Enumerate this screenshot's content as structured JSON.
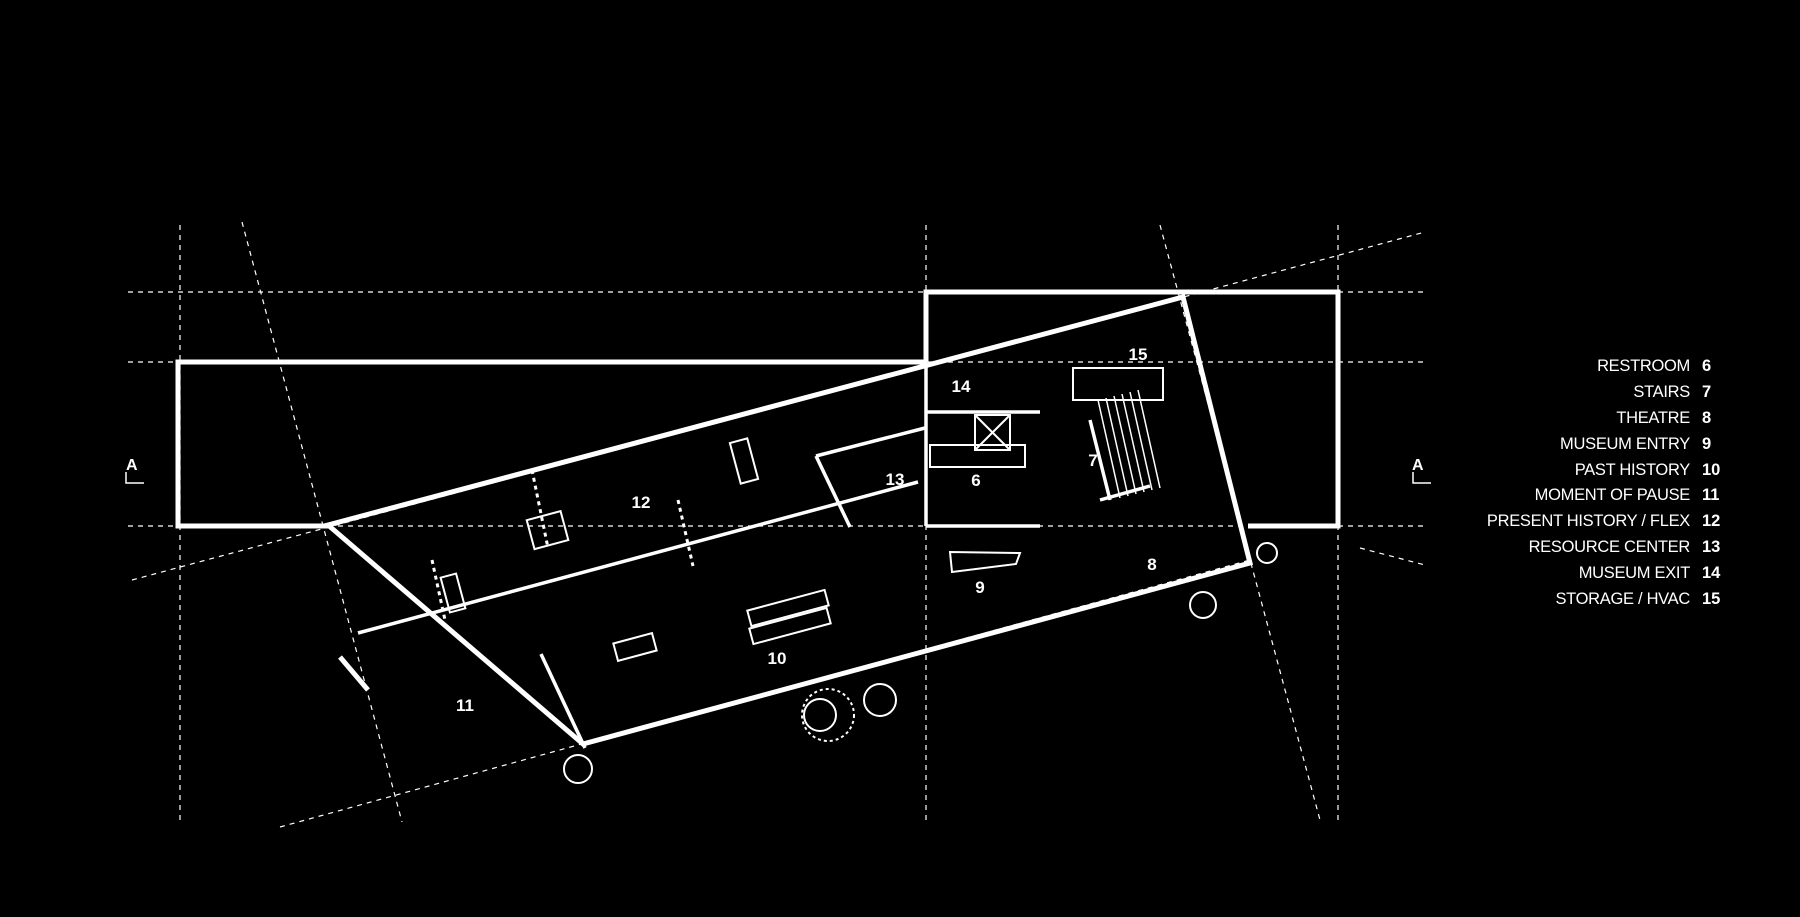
{
  "section_marks": [
    "A",
    "A"
  ],
  "legend": [
    {
      "label": "RESTROOM",
      "num": "6"
    },
    {
      "label": "STAIRS",
      "num": "7"
    },
    {
      "label": "THEATRE",
      "num": "8"
    },
    {
      "label": "MUSEUM ENTRY",
      "num": "9"
    },
    {
      "label": "PAST HISTORY",
      "num": "10"
    },
    {
      "label": "MOMENT OF PAUSE",
      "num": "11"
    },
    {
      "label": "PRESENT HISTORY / FLEX",
      "num": "12"
    },
    {
      "label": "RESOURCE CENTER",
      "num": "13"
    },
    {
      "label": "MUSEUM EXIT",
      "num": "14"
    },
    {
      "label": "STORAGE / HVAC",
      "num": "15"
    }
  ],
  "rooms": [
    "6",
    "7",
    "8",
    "9",
    "10",
    "11",
    "12",
    "13",
    "14",
    "15"
  ],
  "colors": {
    "background": "#000000",
    "line": "#ffffff"
  }
}
